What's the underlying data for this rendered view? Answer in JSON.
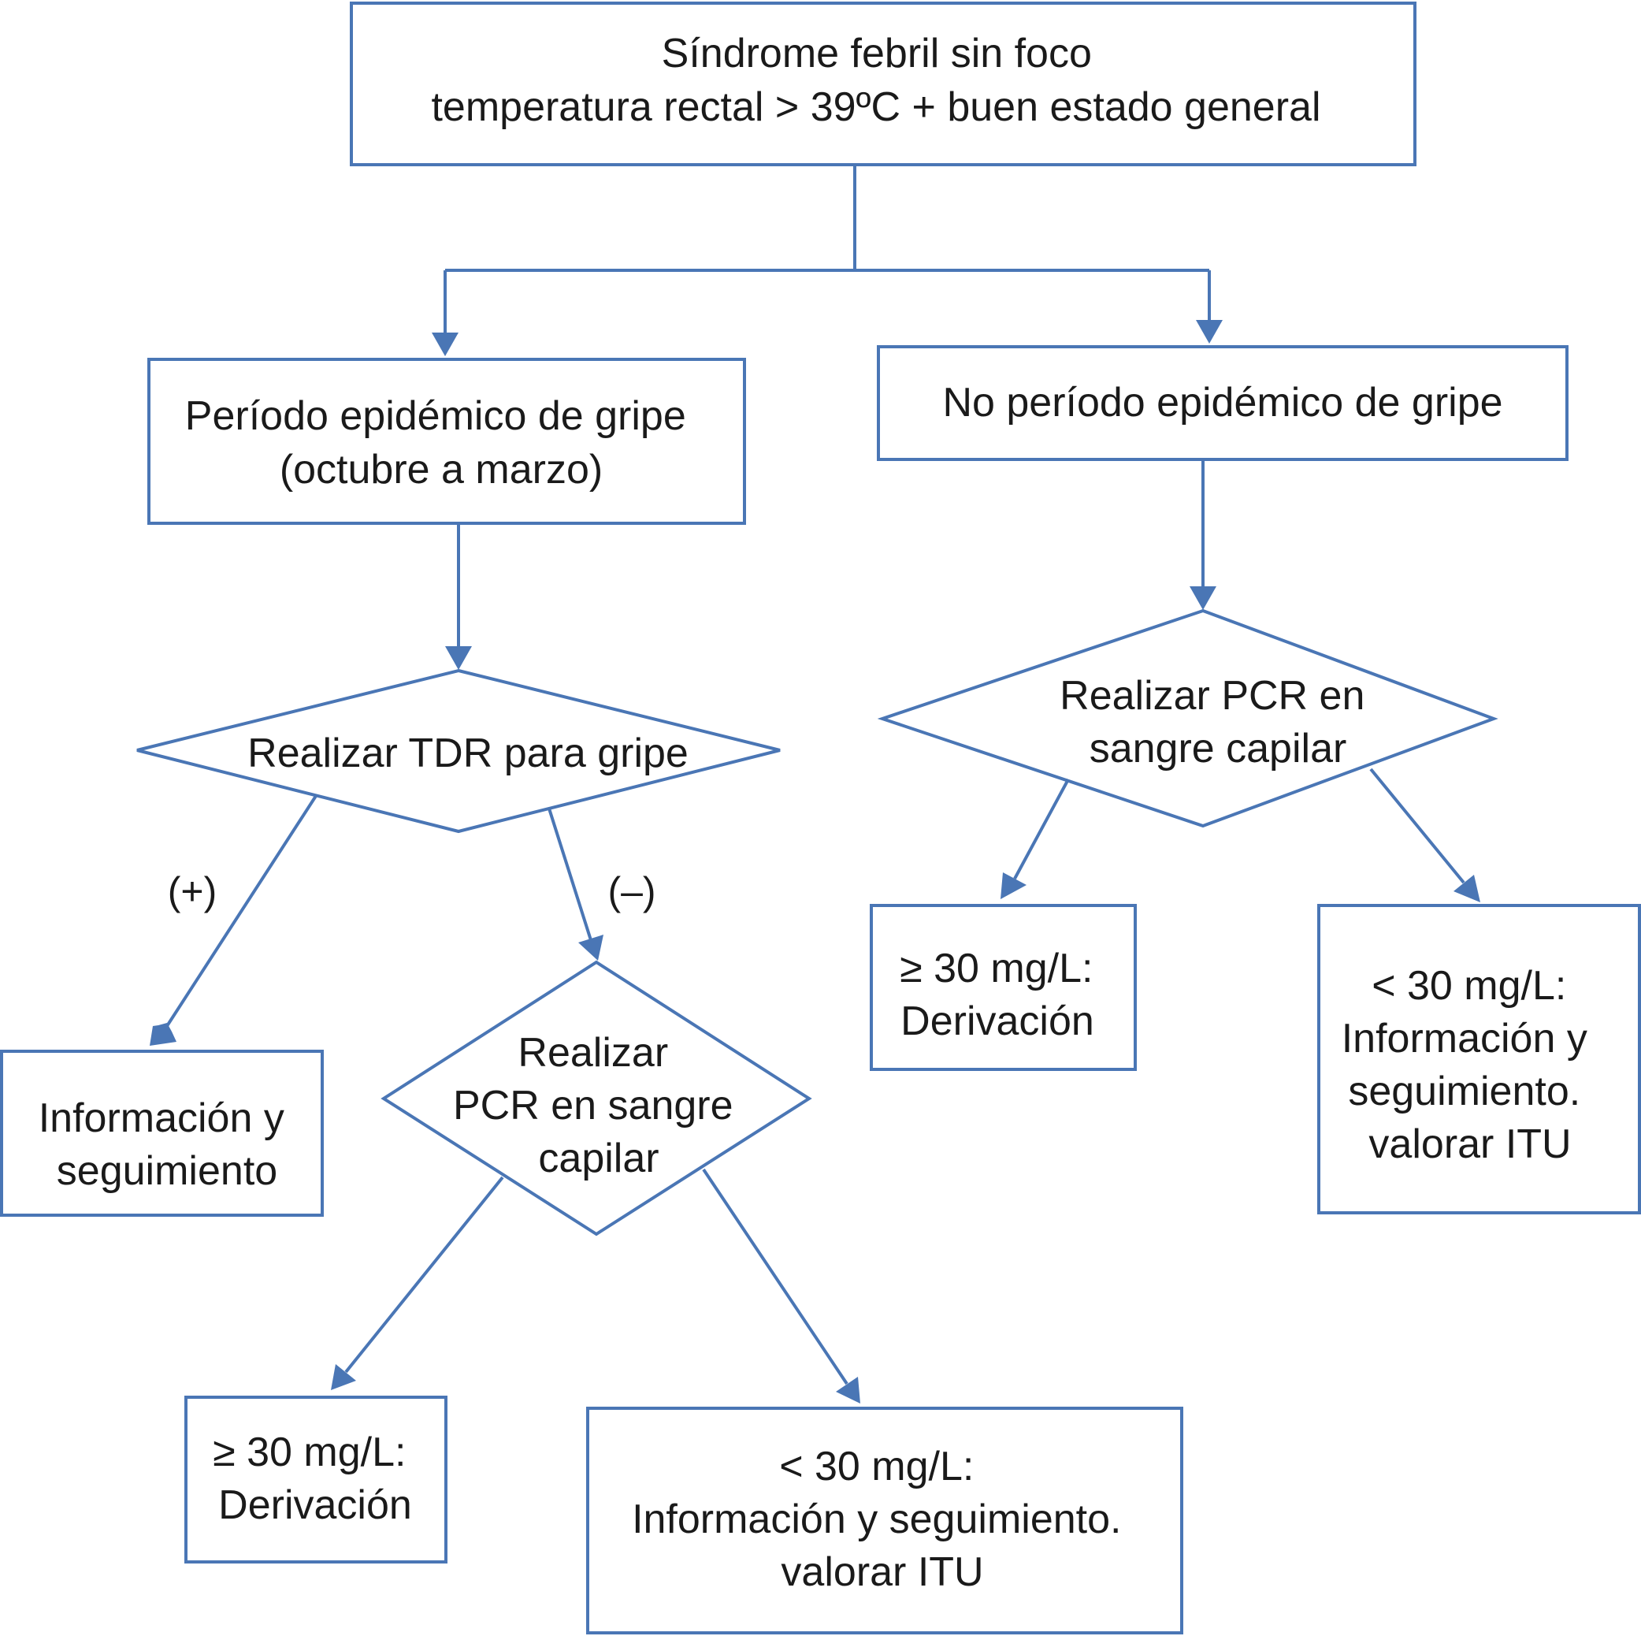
{
  "colors": {
    "stroke": "#4a76b5",
    "text": "#1a1a1a",
    "background": "#ffffff"
  },
  "nodes": {
    "root": {
      "lines": [
        "Síndrome febril sin foco",
        "temperatura rectal > 39ºC + buen estado general"
      ]
    },
    "epi": {
      "lines": [
        "Período epidémico de gripe",
        "(octubre a marzo)"
      ]
    },
    "noepi": {
      "lines": [
        "No período epidémico de gripe"
      ]
    },
    "tdr": {
      "lines": [
        "Realizar TDR para gripe"
      ]
    },
    "pcr_left": {
      "lines": [
        "Realizar",
        "PCR en sangre",
        "capilar"
      ]
    },
    "pcr_right": {
      "lines": [
        "Realizar PCR en",
        "sangre capilar"
      ]
    },
    "info_left": {
      "lines": [
        "Información y",
        "seguimiento"
      ]
    },
    "high_left": {
      "lines": [
        "≥ 30 mg/L:",
        "Derivación"
      ]
    },
    "low_left": {
      "lines": [
        "< 30 mg/L:",
        "Información y seguimiento.",
        "valorar ITU"
      ]
    },
    "high_right": {
      "lines": [
        "≥ 30 mg/L:",
        "Derivación"
      ]
    },
    "low_right": {
      "lines": [
        "< 30 mg/L:",
        "Información y",
        "seguimiento.",
        "valorar ITU"
      ]
    }
  },
  "edge_labels": {
    "positive": "(+)",
    "negative": "(–)"
  }
}
